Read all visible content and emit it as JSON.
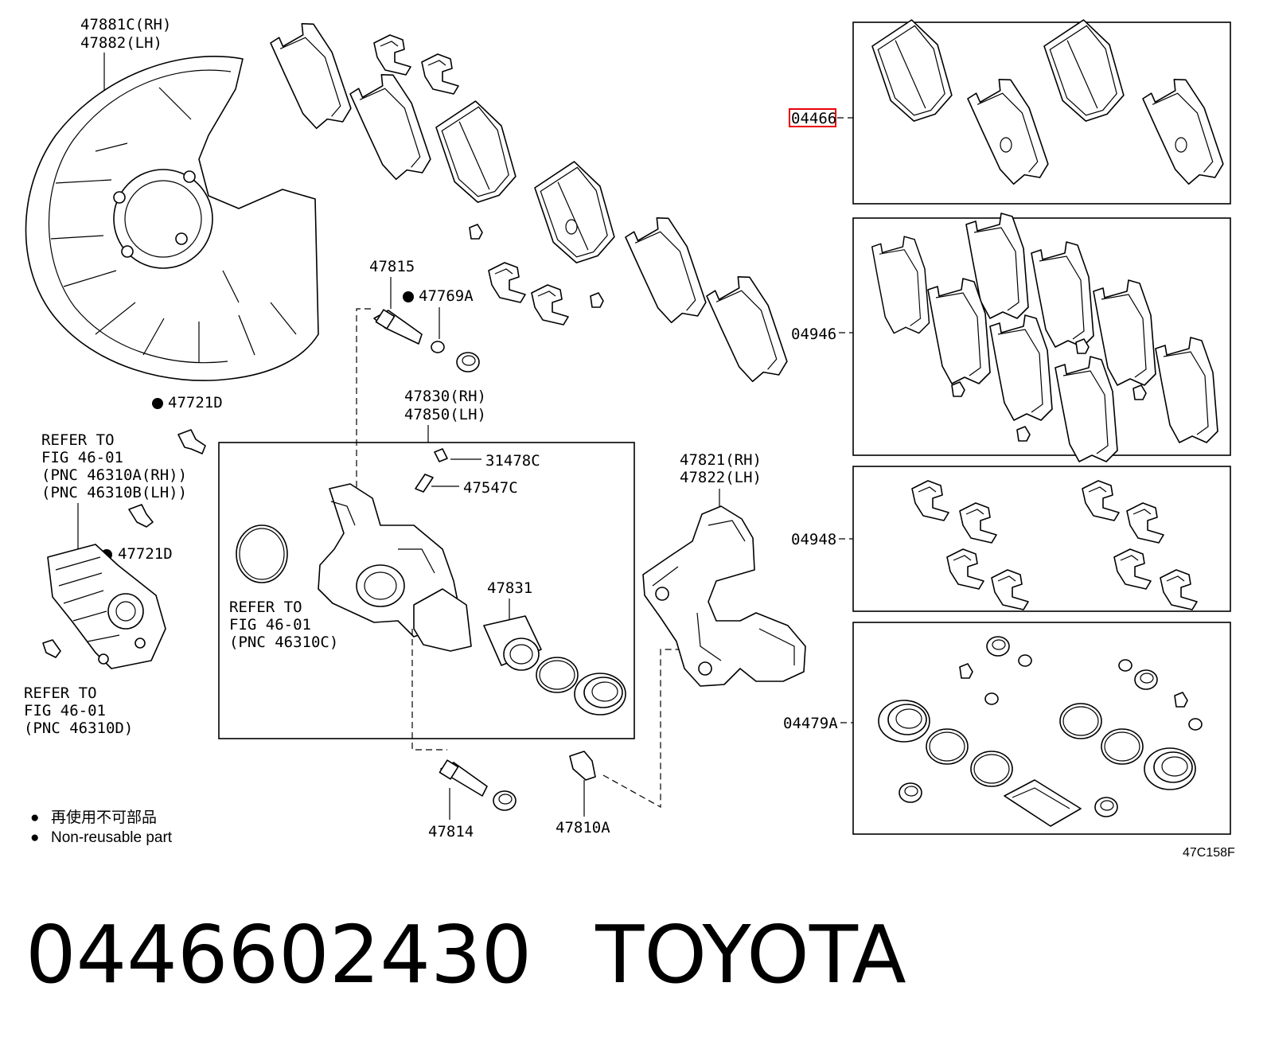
{
  "labels": {
    "shield_rh": "47881C(RH)",
    "shield_lh": "47882(LH)",
    "pin_47815": "47815",
    "seal_47769a": "47769A",
    "bolt_47721d_a": "47721D",
    "bolt_47721d_b": "47721D",
    "caliper_rh": "47830(RH)",
    "caliper_lh": "47850(LH)",
    "cap_31478c": "31478C",
    "bleeder_47547c": "47547C",
    "piston_47831": "47831",
    "mount_rh": "47821(RH)",
    "mount_lh": "47822(LH)",
    "pin_47814": "47814",
    "bolt_47810a": "47810A"
  },
  "refers": {
    "motor": [
      "REFER TO",
      "FIG 46-01",
      "(PNC 46310A(RH))",
      "(PNC 46310B(LH))"
    ],
    "seal_ring": [
      "REFER TO",
      "FIG 46-01",
      "(PNC 46310C)"
    ],
    "sensor": [
      "REFER TO",
      "FIG 46-01",
      "(PNC 46310D)"
    ]
  },
  "kits": [
    {
      "code": "04466",
      "highlighted": true,
      "highlight_color": "#e8000b"
    },
    {
      "code": "04946",
      "highlighted": false
    },
    {
      "code": "04948",
      "highlighted": false
    },
    {
      "code": "04479A",
      "highlighted": false
    }
  ],
  "legend": {
    "line_cn": "再使用不可部品",
    "line_en": "Non-reusable part",
    "bullet_symbol": "●"
  },
  "figure_code": "47C158F",
  "caption": {
    "part_number": "0446602430",
    "brand": "TOYOTA"
  }
}
